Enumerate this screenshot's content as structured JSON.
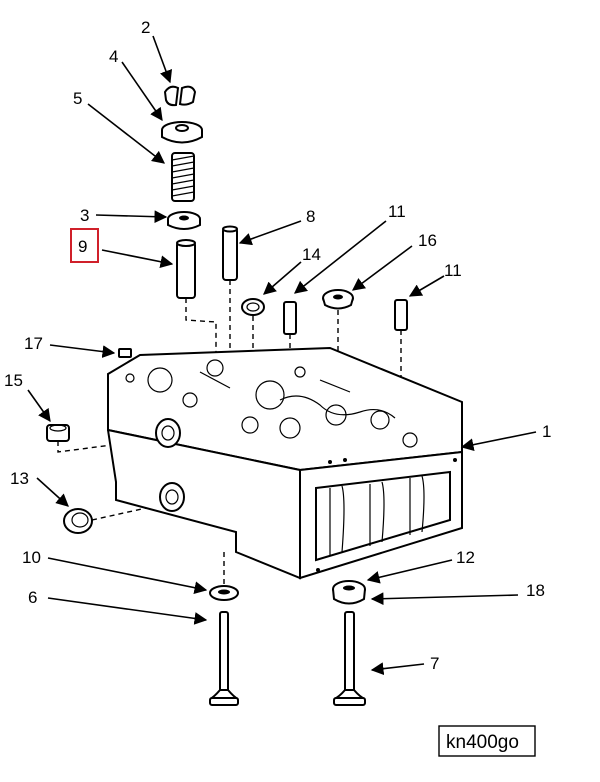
{
  "figure_id": "kn400go",
  "highlight_color": "#d0202a",
  "callouts": {
    "c1": "1",
    "c2": "2",
    "c3": "3",
    "c4": "4",
    "c5": "5",
    "c6": "6",
    "c7": "7",
    "c8": "8",
    "c9": "9",
    "c10": "10",
    "c11a": "11",
    "c11b": "11",
    "c12": "12",
    "c13": "13",
    "c14": "14",
    "c15": "15",
    "c16": "16",
    "c17": "17",
    "c18": "18"
  }
}
